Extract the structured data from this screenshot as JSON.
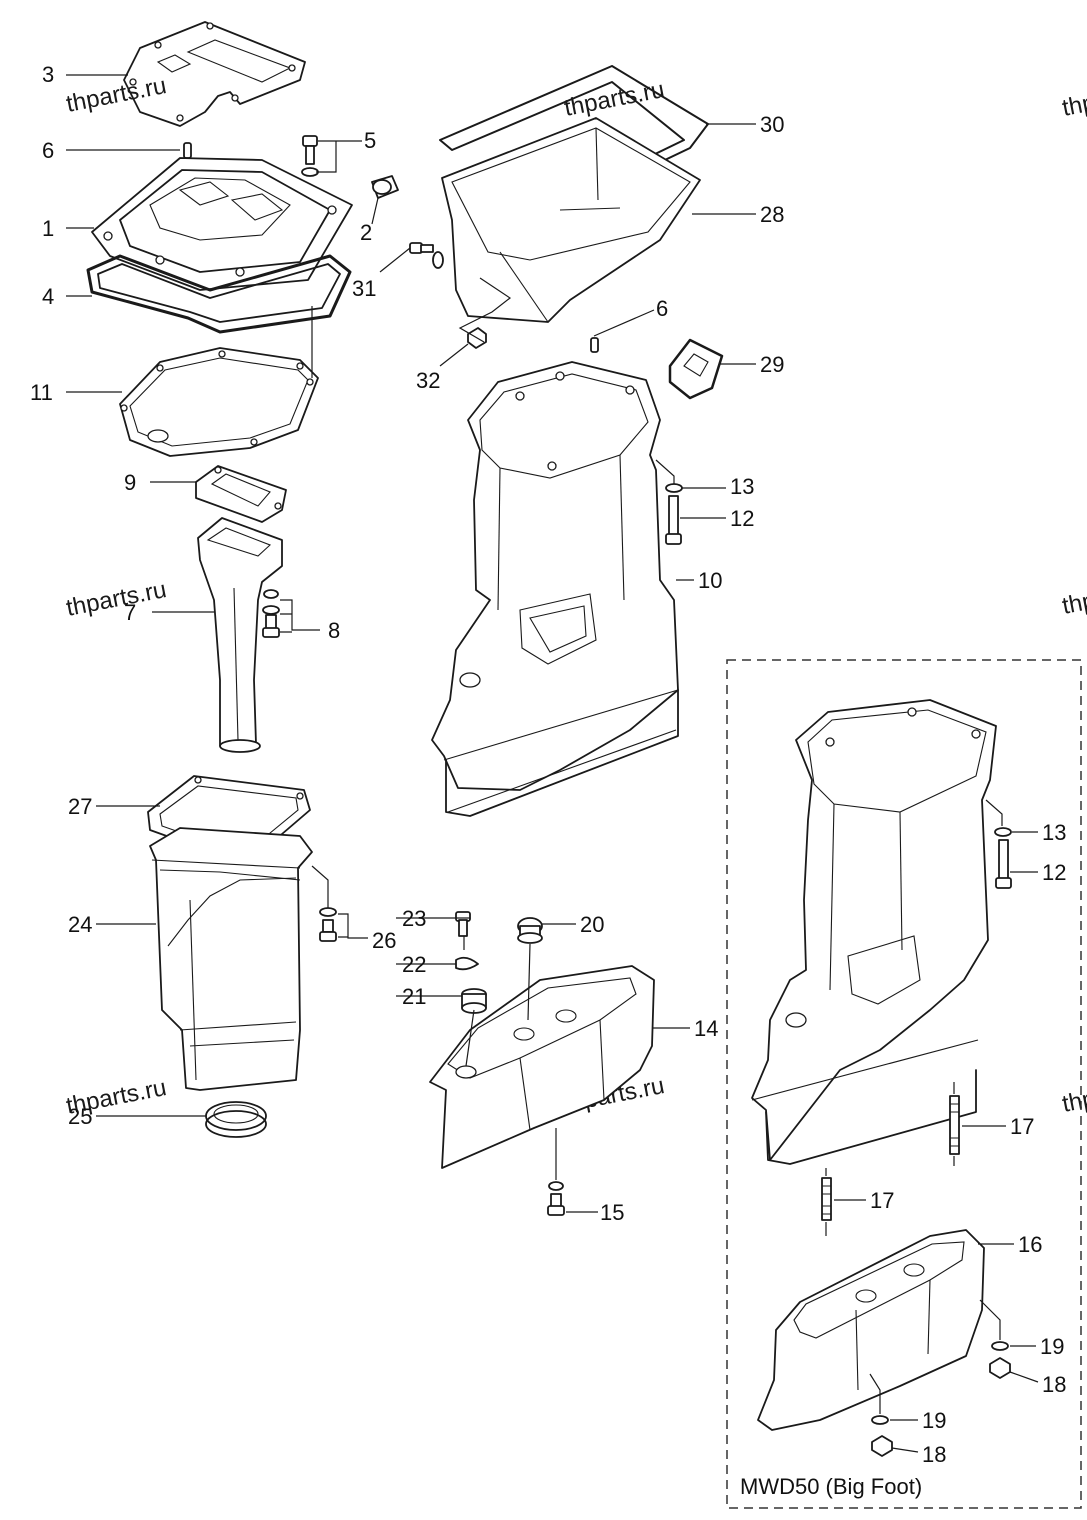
{
  "watermark": "thparts.ru",
  "variant_label": "MWD50 (Big Foot)",
  "callouts": {
    "c1": "1",
    "c2": "2",
    "c3": "3",
    "c4": "4",
    "c5": "5",
    "c6a": "6",
    "c6b": "6",
    "c7": "7",
    "c8": "8",
    "c9": "9",
    "c10": "10",
    "c11": "11",
    "c12a": "12",
    "c12b": "12",
    "c13a": "13",
    "c13b": "13",
    "c14": "14",
    "c15": "15",
    "c16": "16",
    "c17a": "17",
    "c17b": "17",
    "c18a": "18",
    "c18b": "18",
    "c19a": "19",
    "c19b": "19",
    "c20": "20",
    "c21": "21",
    "c22": "22",
    "c23": "23",
    "c24": "24",
    "c25": "25",
    "c26": "26",
    "c27": "27",
    "c28": "28",
    "c29": "29",
    "c30": "30",
    "c31": "31",
    "c32": "32"
  },
  "colors": {
    "line": "#1a1a1a",
    "background": "#ffffff",
    "dashed_box": "#333333"
  }
}
